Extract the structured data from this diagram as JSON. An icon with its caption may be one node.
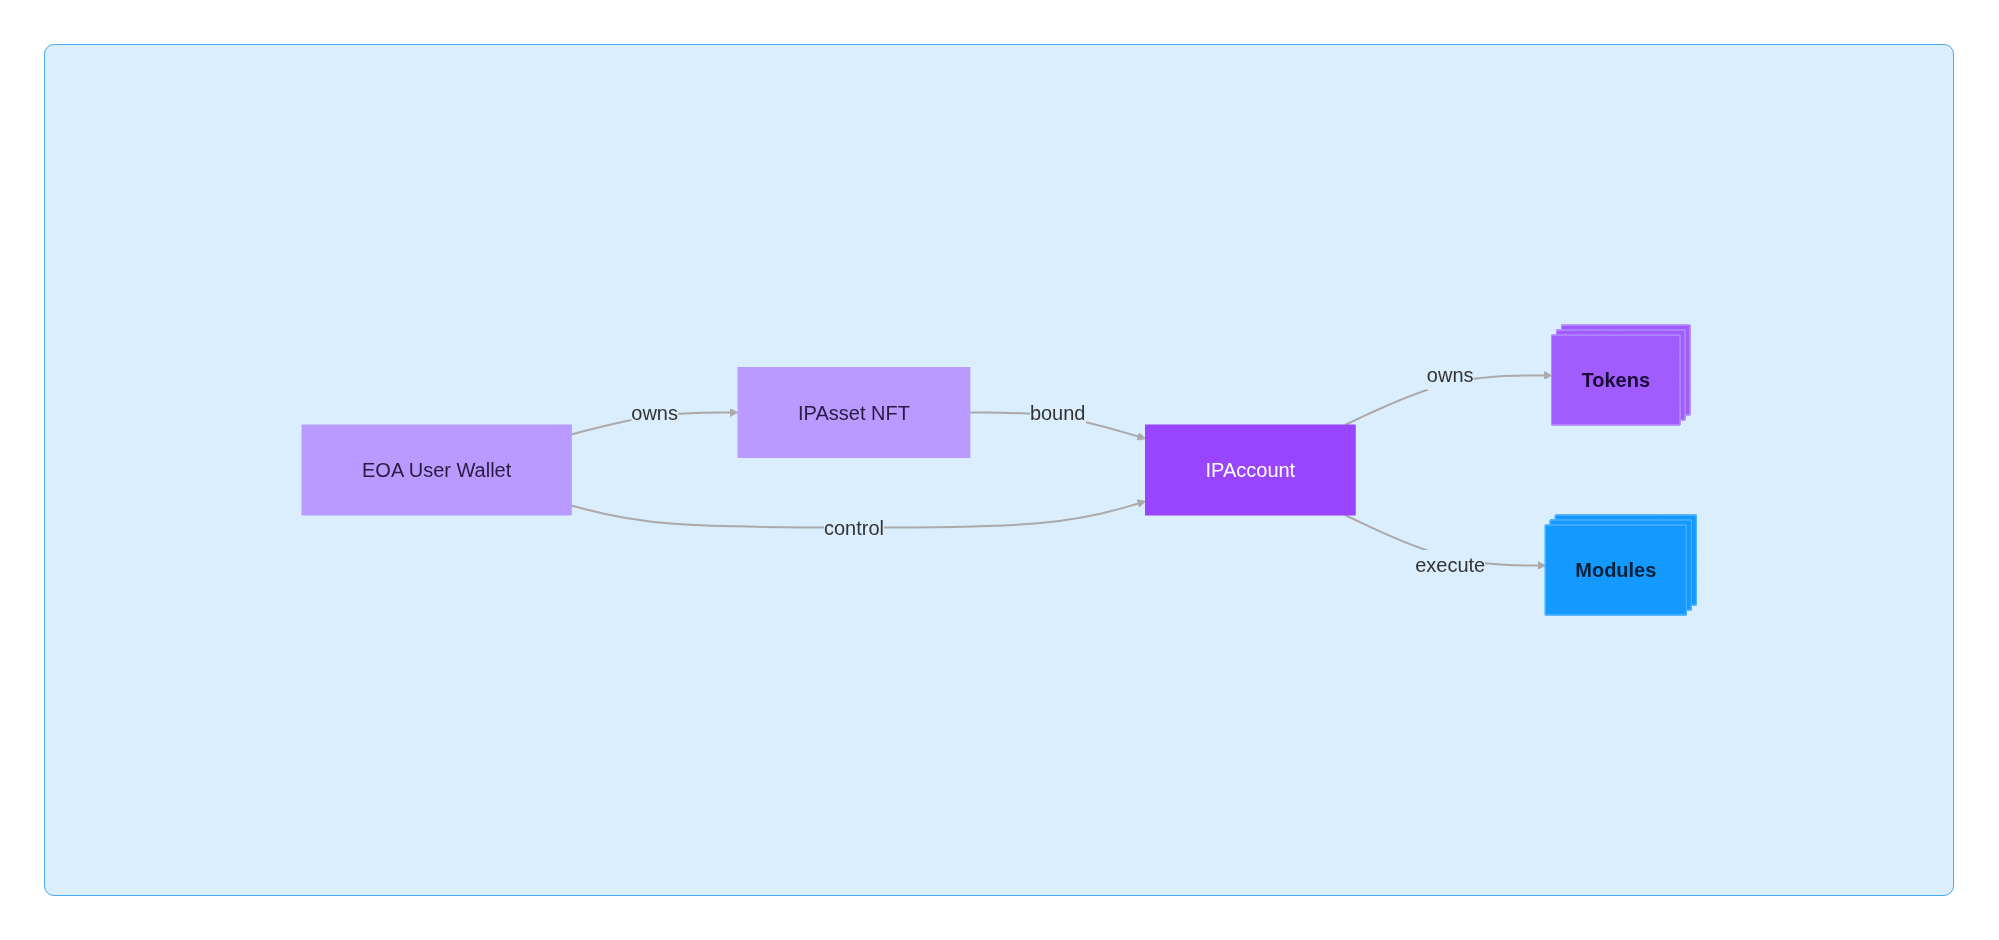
{
  "diagram": {
    "nodes": [
      {
        "text": [
          "EOA User Wallet"
        ]
      },
      {
        "text": [
          "IPAsset NFT"
        ]
      },
      {
        "text": [
          "IPAccount"
        ]
      },
      {
        "text": [
          "Tokens"
        ]
      },
      {
        "text": [
          "Modules"
        ]
      }
    ],
    "edges": [
      {
        "from": 0,
        "to": 1,
        "arrow": "to",
        "label": "owns"
      },
      {
        "from": 1,
        "to": 2,
        "arrow": "to",
        "label": "bound"
      },
      {
        "from": 0,
        "to": 2,
        "arrow": "to",
        "label": "control"
      },
      {
        "from": 2,
        "to": 3,
        "arrow": "to",
        "label": "owns"
      },
      {
        "from": 2,
        "to": 4,
        "arrow": "to",
        "label": "execute"
      }
    ]
  }
}
